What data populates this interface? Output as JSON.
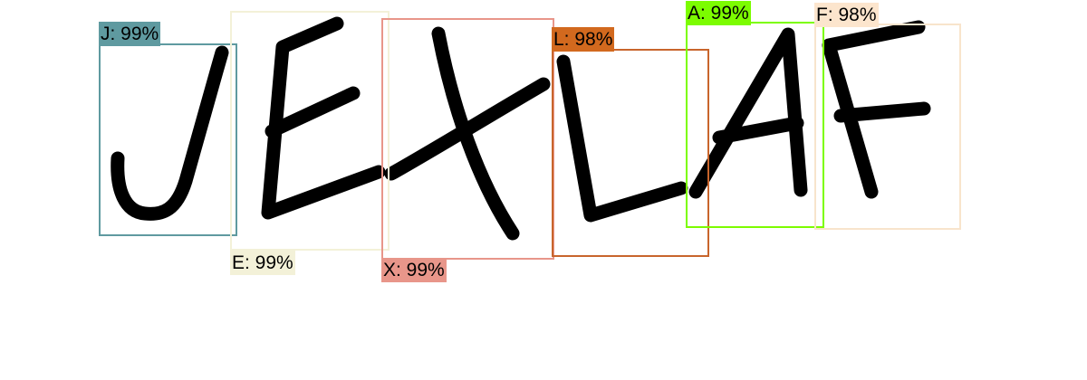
{
  "captcha_text": "JEXLAF",
  "detections": [
    {
      "label": "J",
      "confidence": "99%",
      "display": "J: 99%",
      "box_color": "#5f9aa0",
      "label_bg": "#5f9aa0"
    },
    {
      "label": "E",
      "confidence": "99%",
      "display": "E: 99%",
      "box_color": "#f3f1d8",
      "label_bg": "#f3f1d8"
    },
    {
      "label": "X",
      "confidence": "99%",
      "display": "X: 99%",
      "box_color": "#e8968a",
      "label_bg": "#e8968a"
    },
    {
      "label": "L",
      "confidence": "98%",
      "display": "L: 98%",
      "box_color": "#c8652c",
      "label_bg": "#d2691e"
    },
    {
      "label": "A",
      "confidence": "99%",
      "display": "A: 99%",
      "box_color": "#7cfc00",
      "label_bg": "#7cfc00"
    },
    {
      "label": "F",
      "confidence": "98%",
      "display": "F: 98%",
      "box_color": "#f8e4cc",
      "label_bg": "#fce5cd"
    }
  ]
}
